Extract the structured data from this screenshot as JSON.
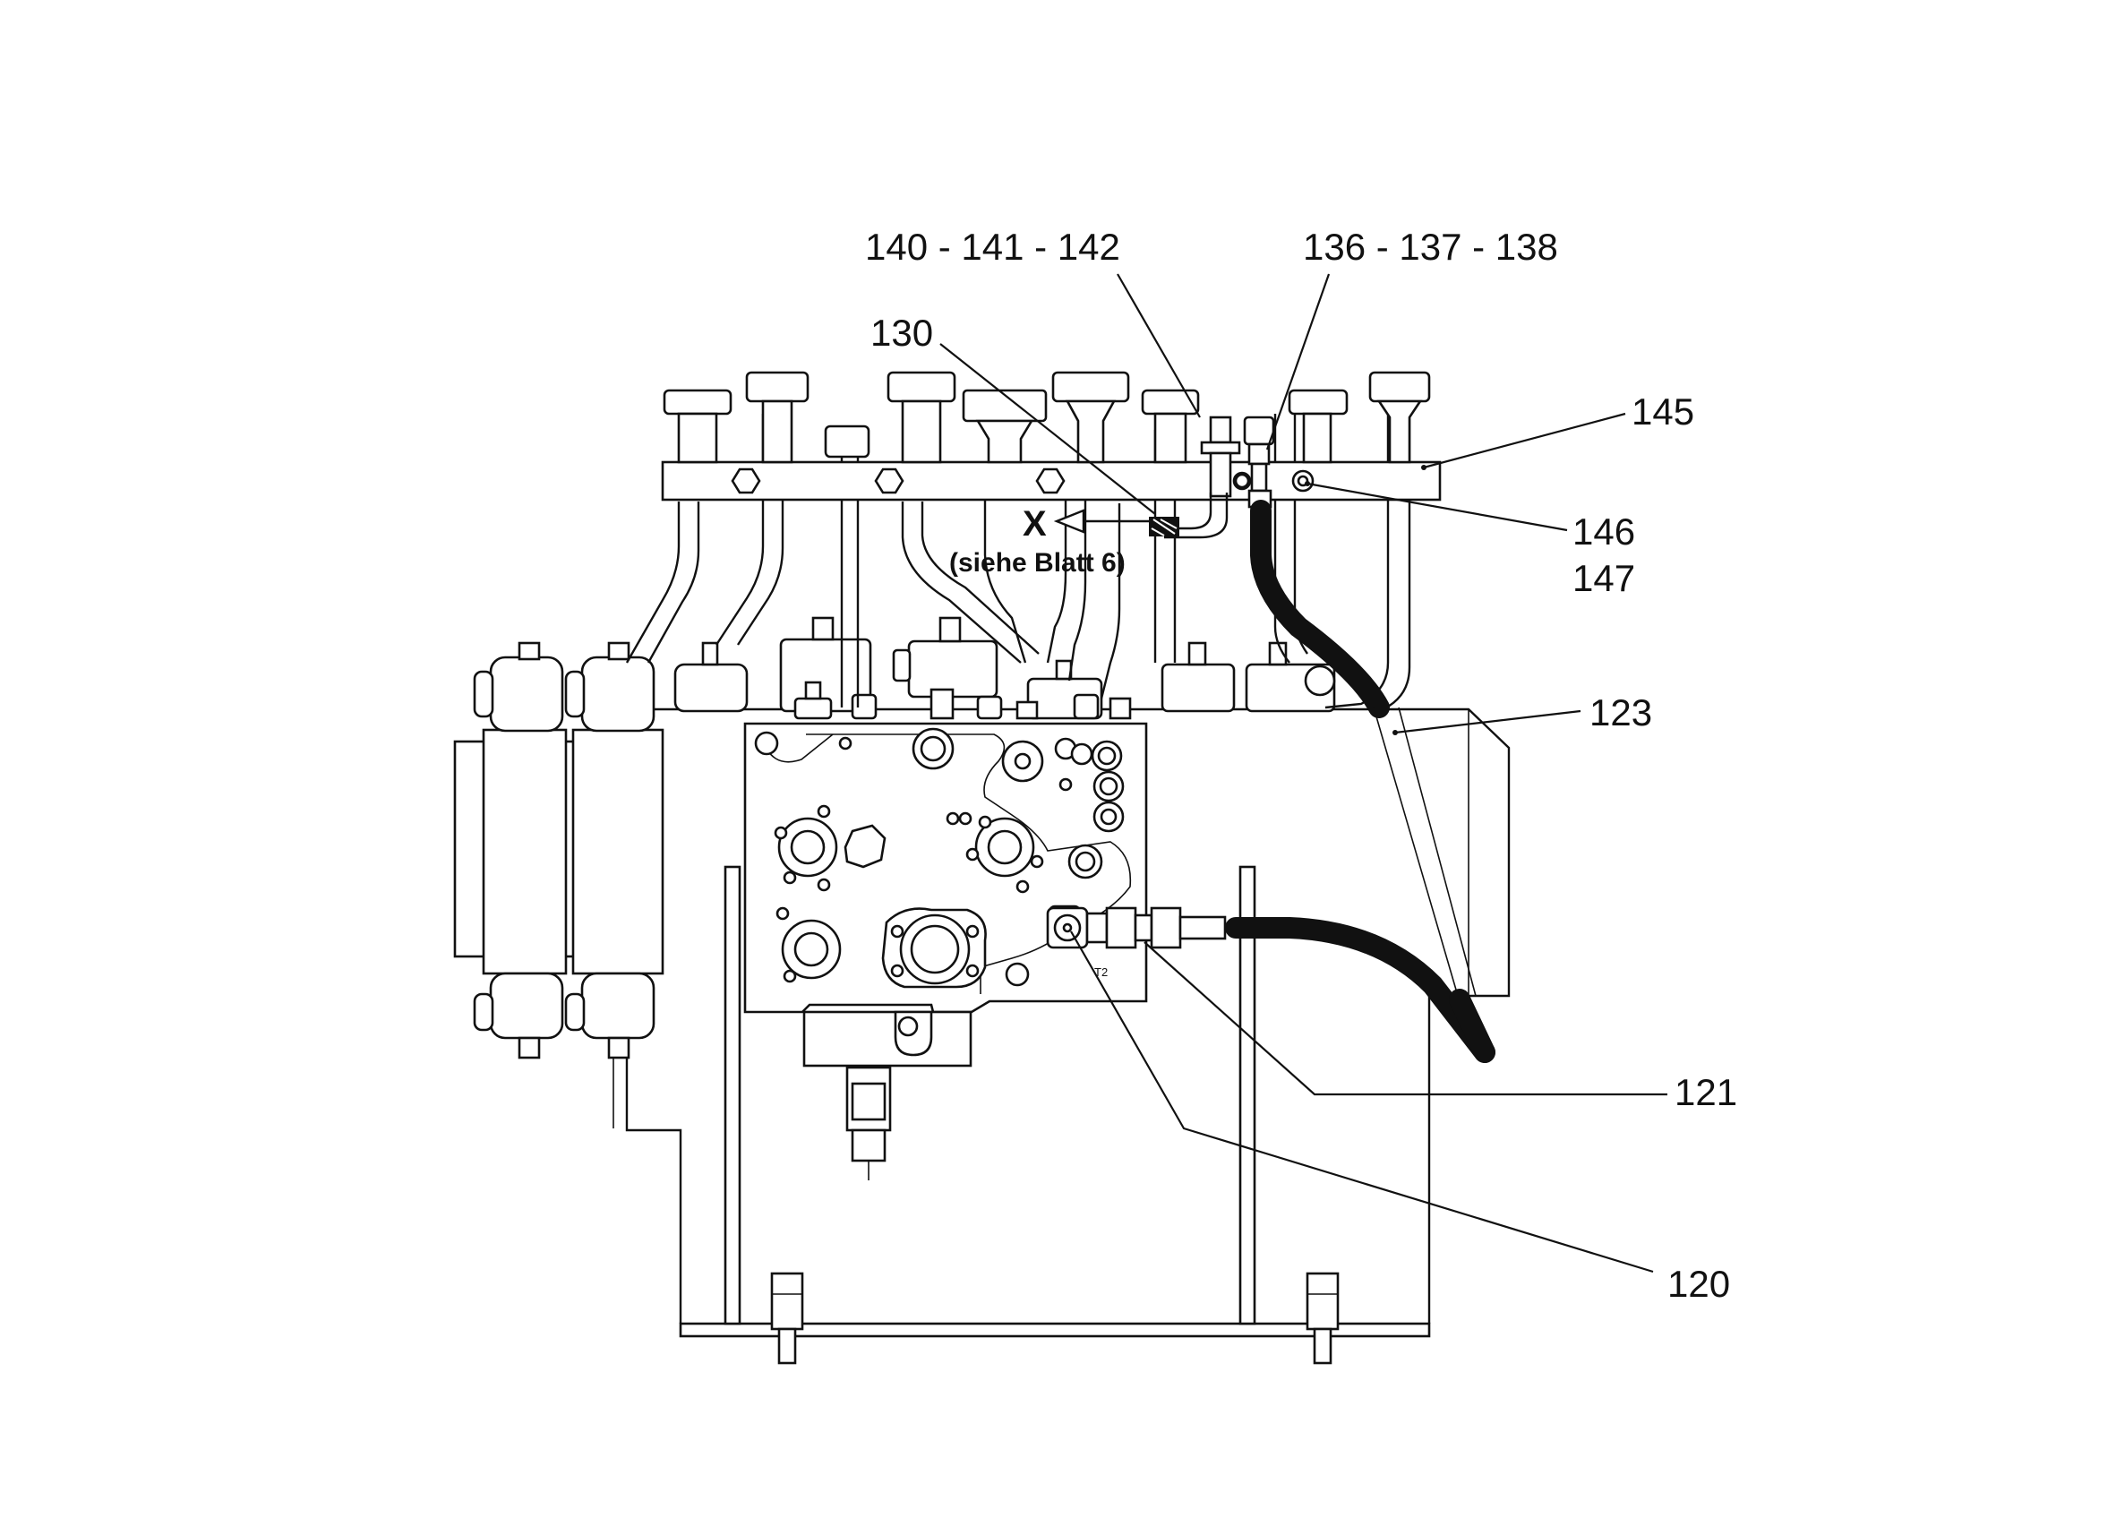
{
  "drawing": {
    "callouts": {
      "c140": "140 - 141 - 142",
      "c136": "136 - 137 - 138",
      "c130": "130",
      "c145": "145",
      "c146": "146",
      "c147": "147",
      "c123": "123",
      "c121": "121",
      "c120": "120"
    },
    "view_marker": "X",
    "view_reference": "(siehe Blatt 6)",
    "port_label": "T2"
  }
}
